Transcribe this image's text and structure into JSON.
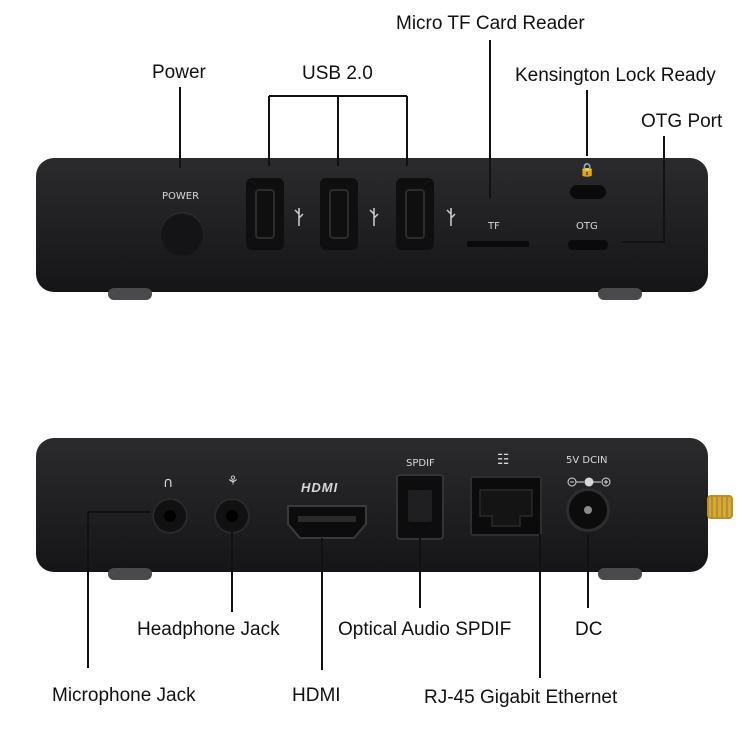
{
  "labels": {
    "micro_tf": "Micro TF Card Reader",
    "power": "Power",
    "usb": "USB 2.0",
    "kensington": "Kensington Lock Ready",
    "otg_port": "OTG Port",
    "headphone": "Headphone Jack",
    "optical": "Optical Audio SPDIF",
    "dc": "DC",
    "microphone": "Microphone Jack",
    "hdmi": "HDMI",
    "rj45": "RJ-45 Gigabit Ethernet"
  },
  "panel_text": {
    "power": "POWER",
    "tf": "TF",
    "otg": "OTG",
    "hdmi_logo": "HDMI",
    "spdif": "SPDIF",
    "dcin": "5V  DCIN"
  },
  "colors": {
    "device_body": "#1e1e20",
    "line": "#111111",
    "background": "#ffffff"
  },
  "icons": [
    "usb-icon",
    "lock-icon",
    "headphone-icon",
    "microphone-icon",
    "network-icon",
    "dc-polarity-icon"
  ]
}
